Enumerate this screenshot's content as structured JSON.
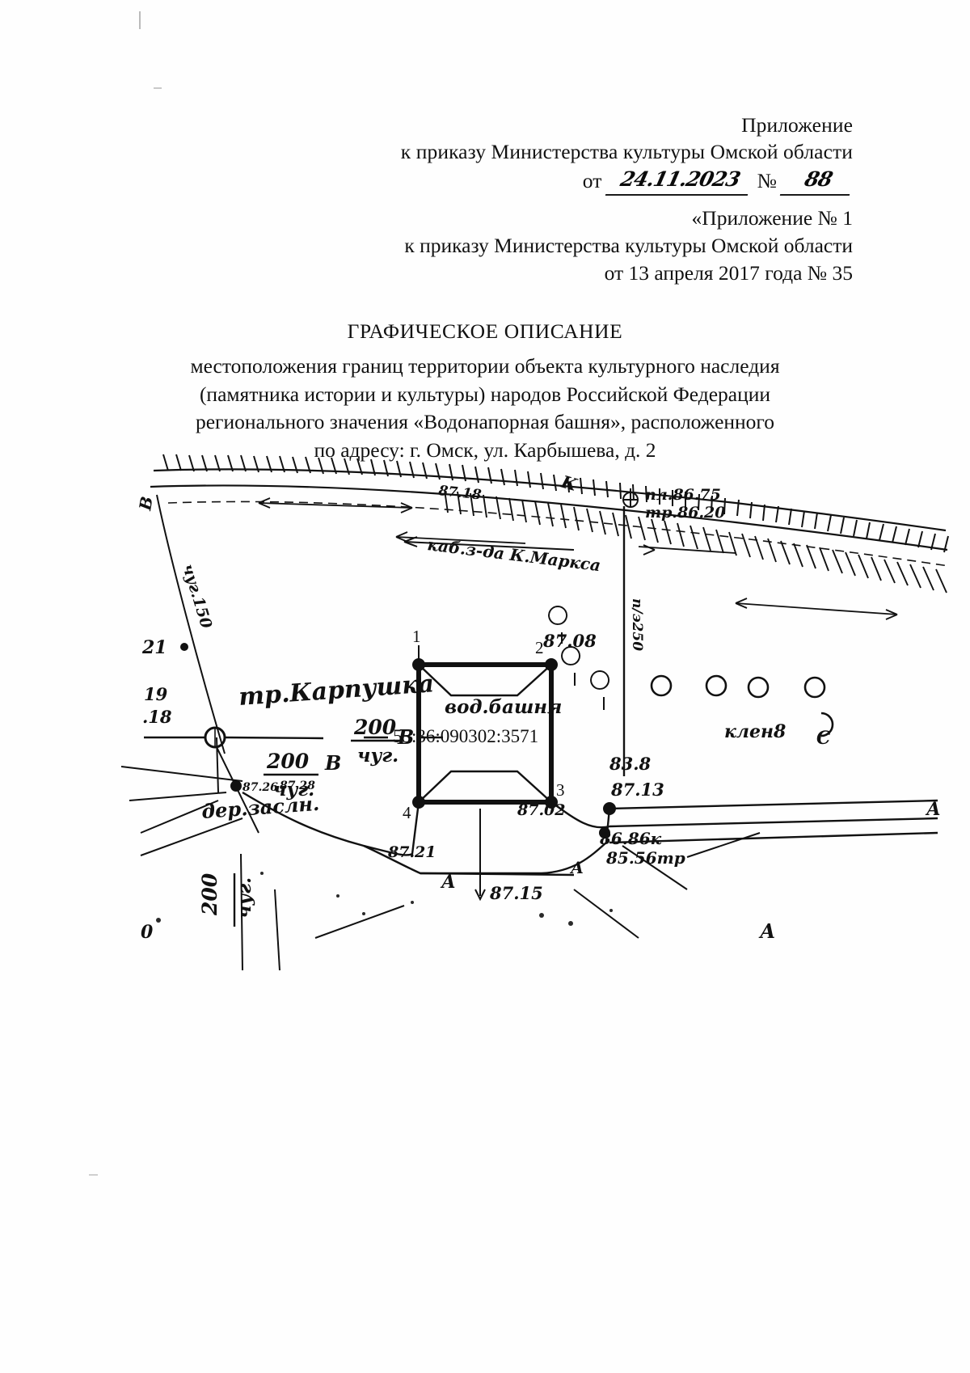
{
  "document": {
    "header_right": {
      "appendix_label": "Приложение",
      "order_to": "к приказу Министерства культуры Омской области",
      "ot_label": "от",
      "ot_value_handwritten": "24.11.2023",
      "no_label": "№",
      "no_value_handwritten": "88"
    },
    "header_right_2": {
      "appendix_label": "«Приложение № 1",
      "order_to": "к приказу Министерства культуры Омской области",
      "date_line": "от 13 апреля 2017 года № 35"
    },
    "title": {
      "heading": "ГРАФИЧЕСКОЕ ОПИСАНИЕ",
      "line1": "местоположения границ территории объекта культурного наследия",
      "line2": "(памятника истории и культуры) народов Российской Федерации",
      "line3": "регионального значения «Водонапорная башня», расположенного",
      "line4": "по адресу: г. Омск, ул. Карбышева, д. 2"
    }
  },
  "map": {
    "cadastral_number": "55:36:090302:3571",
    "object_label": "вод.башня",
    "street_label": "каб.з-да К.Маркса",
    "tram_label": "тр.Карпушка",
    "tree_label": "клен8",
    "corner_points": [
      "1",
      "2",
      "3",
      "4"
    ],
    "elevations": [
      {
        "name": "pl-8675",
        "text": "пл.86.75"
      },
      {
        "name": "tr-8620",
        "text": "тр.86.20"
      },
      {
        "name": "e-8708",
        "text": "87.08"
      },
      {
        "name": "e-8713",
        "text": "87.13"
      },
      {
        "name": "e-8738",
        "text": "83.8"
      },
      {
        "name": "e-8702",
        "text": "87.02"
      },
      {
        "name": "e-8721",
        "text": "87.21"
      },
      {
        "name": "e-8715",
        "text": "87.15"
      },
      {
        "name": "e-8686",
        "text": "86.86к"
      },
      {
        "name": "e-8656",
        "text": "85.56тр"
      },
      {
        "name": "e-8726",
        "text": "87.26"
      },
      {
        "name": "e-8728",
        "text": "87.28"
      }
    ],
    "annotations": [
      {
        "name": "marker-21",
        "text": "21"
      },
      {
        "name": "marker-19",
        "text": "19"
      },
      {
        "name": "marker-18",
        "text": ".18"
      },
      {
        "name": "marker-0",
        "text": "0"
      },
      {
        "name": "cable-200-chug-a",
        "text": "200"
      },
      {
        "name": "cable-chug-a",
        "text": "чуг."
      },
      {
        "name": "cable-200-b",
        "text": "200"
      },
      {
        "name": "cable-chug-b",
        "text": "чуг."
      },
      {
        "name": "cable-200-c",
        "text": "200"
      },
      {
        "name": "cable-chug-c",
        "text": "чуг."
      },
      {
        "name": "pipe-chug-150",
        "text": "чуг.150"
      },
      {
        "name": "pipe-250",
        "text": "п/э250"
      },
      {
        "name": "letter-b-a",
        "text": "В"
      },
      {
        "name": "letter-b-b",
        "text": "В"
      },
      {
        "name": "letter-a-1",
        "text": "А"
      },
      {
        "name": "letter-a-2",
        "text": "А"
      },
      {
        "name": "letter-a-3",
        "text": "А"
      },
      {
        "name": "letter-a-4",
        "text": "А"
      },
      {
        "name": "letter-k",
        "text": "К"
      },
      {
        "name": "letter-v-left",
        "text": "В"
      },
      {
        "name": "letter-s-right",
        "text": "С"
      },
      {
        "name": "drain-label",
        "text": "дер.заслн."
      },
      {
        "name": "street-edge-8718",
        "text": "87.18"
      }
    ]
  },
  "colors": {
    "ink": "#111111",
    "paper": "#fefefe"
  }
}
